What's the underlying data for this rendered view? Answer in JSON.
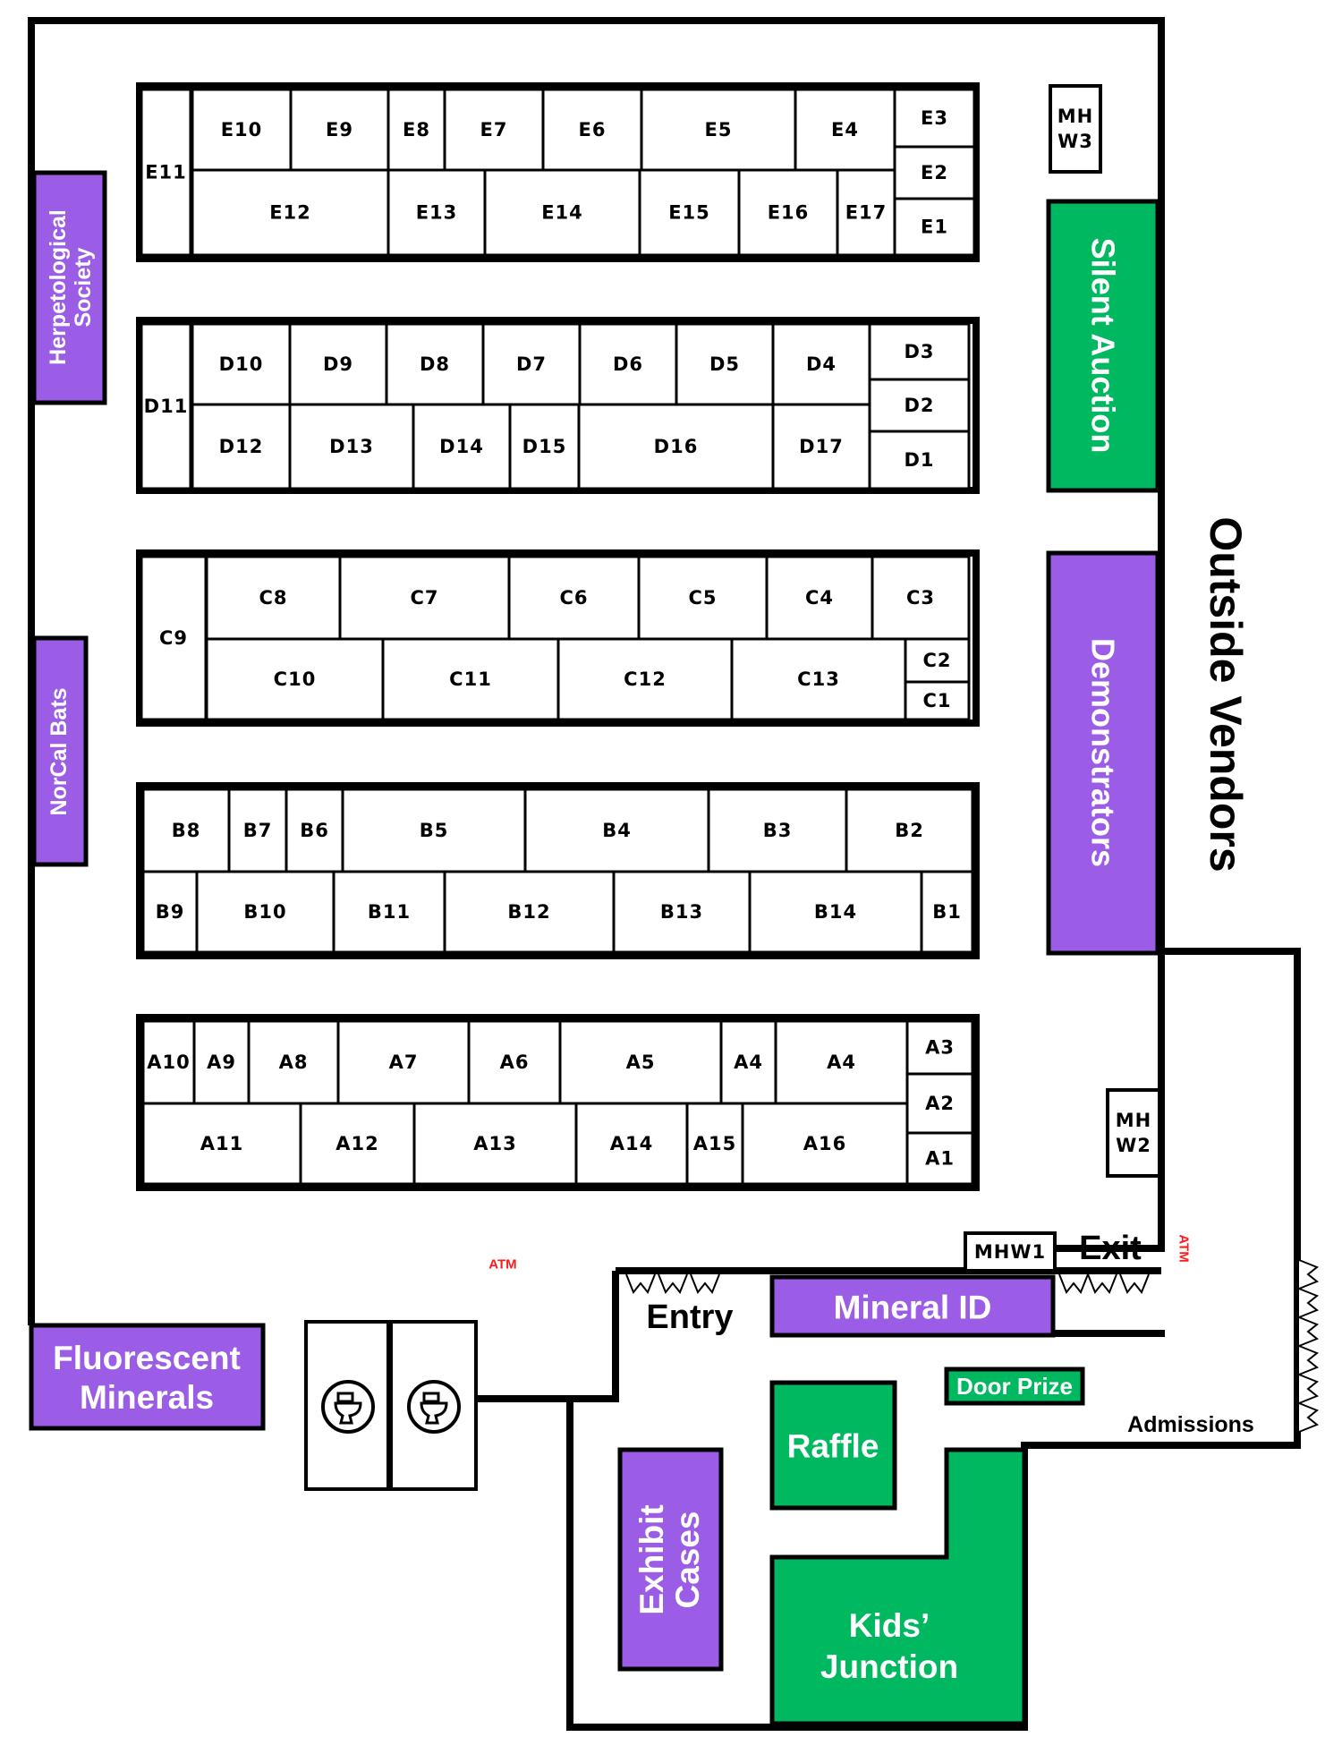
{
  "rows": {
    "E": {
      "side": "E11",
      "top": [
        "E10",
        "E9",
        "E8",
        "E7",
        "E6",
        "E5",
        "E4"
      ],
      "bottom": [
        "E12",
        "E13",
        "E14",
        "E15",
        "E16",
        "E17"
      ],
      "stack": [
        "E3",
        "E2",
        "E1"
      ]
    },
    "D": {
      "side": "D11",
      "top": [
        "D10",
        "D9",
        "D8",
        "D7",
        "D6",
        "D5",
        "D4"
      ],
      "bottom": [
        "D12",
        "D13",
        "D14",
        "D15",
        "D16",
        "D17"
      ],
      "stack": [
        "D3",
        "D2",
        "D1"
      ]
    },
    "C": {
      "side": "C9",
      "top": [
        "C8",
        "C7",
        "C6",
        "C5",
        "C4",
        "C3"
      ],
      "bottom": [
        "C10",
        "C11",
        "C12",
        "C13"
      ],
      "stack": [
        "C2",
        "C1"
      ]
    },
    "B": {
      "top": [
        "B8",
        "B7",
        "B6",
        "B5",
        "B4",
        "B3",
        "B2"
      ],
      "bottom": [
        "B9",
        "B10",
        "B11",
        "B12",
        "B13",
        "B14",
        "B1"
      ]
    },
    "A": {
      "top": [
        "A10",
        "A9",
        "A8",
        "A7",
        "A6",
        "A5",
        "A4",
        "A4"
      ],
      "bottom": [
        "A11",
        "A12",
        "A13",
        "A14",
        "A15",
        "A16"
      ],
      "stack": [
        "A3",
        "A2",
        "A1"
      ]
    }
  },
  "zones": {
    "herpetological": "Herpetological Society",
    "norcal_bats": "NorCal Bats",
    "silent_auction": "Silent Auction",
    "demonstrators": "Demonstrators",
    "outside_vendors": "Outside Vendors",
    "fluorescent": "Fluorescent Minerals",
    "mineral_id": "Mineral ID",
    "exhibit_cases": "Exhibit Cases",
    "raffle": "Raffle",
    "door_prize": "Door Prize",
    "kids_junction": "Kids’ Junction"
  },
  "labels": {
    "exit": "Exit",
    "entry": "Entry",
    "admissions": "Admissions",
    "atm": "ATM",
    "mhw1": "MHW1",
    "mhw2": [
      "MH",
      "W2"
    ],
    "mhw3": [
      "MH",
      "W3"
    ]
  },
  "icons": {
    "restroom": "toilet-icon",
    "door": "door-swing-icon"
  },
  "colors": {
    "purple": "#9b5de5",
    "green": "#00b860",
    "atm_red": "#ff1a1a"
  }
}
